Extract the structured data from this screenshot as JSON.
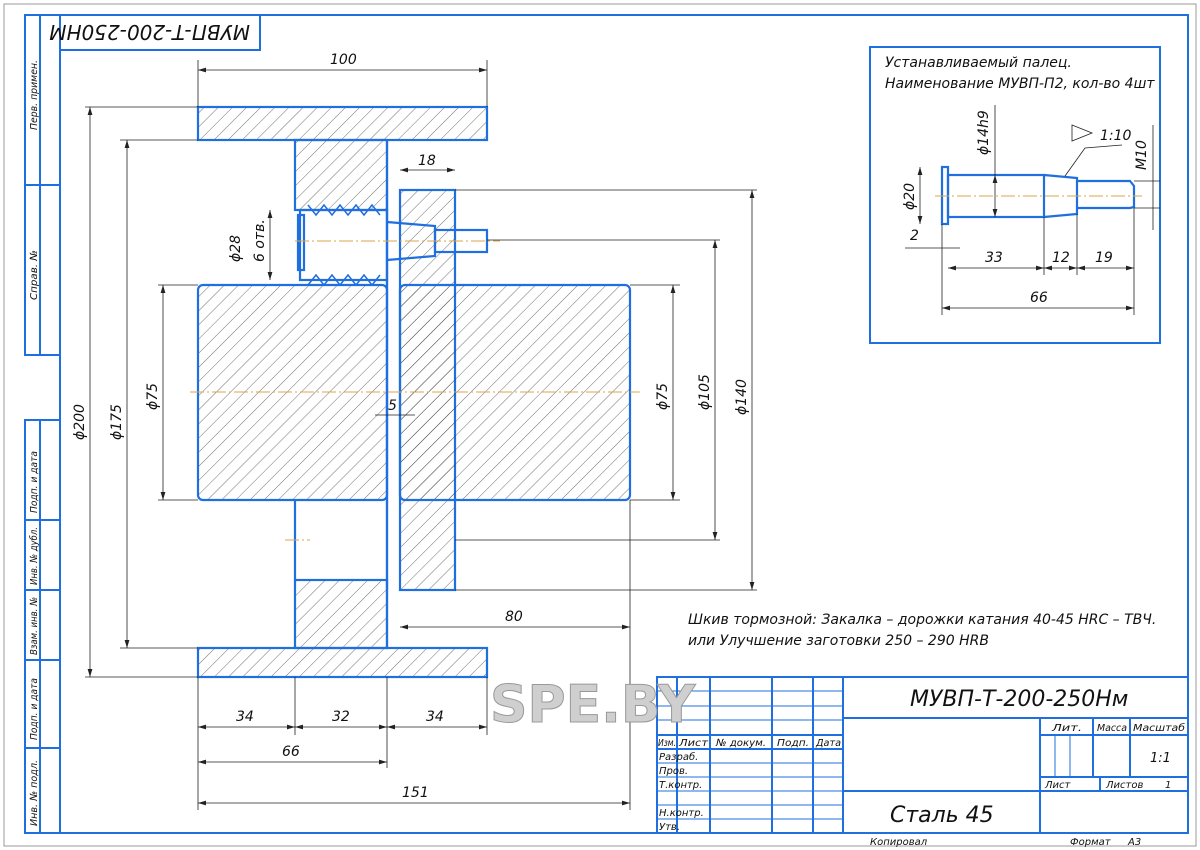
{
  "stamp_code": "МУВП-Т-200-250НМ",
  "side_labels": [
    "Перв. примен.",
    "Справ. №",
    "Подп. и дата",
    "Инв. № дубл.",
    "Взам. инв. №",
    "Подп. и дата",
    "Инв. № подл."
  ],
  "main_dims": {
    "d100": "100",
    "d18": "18",
    "d28": "ϕ28",
    "holes": "6 отв.",
    "d200": "ϕ200",
    "d175": "ϕ175",
    "d75a": "ϕ75",
    "d5": "5",
    "d75b": "ϕ75",
    "d105": "ϕ105",
    "d140": "ϕ140",
    "d80": "80",
    "d34a": "34",
    "d32": "32",
    "d34b": "34",
    "d66": "66",
    "d151": "151"
  },
  "note": [
    "Шкив тормозной: Закалка – дорожки катания 40-45 HRC – ТВЧ.",
    "или Улучшение заготовки 250 – 290 HRB"
  ],
  "inset": {
    "title": [
      "Устанавливаемый палец.",
      "Наименование МУВП-П2, кол-во 4шт"
    ],
    "d14": "ϕ14h9",
    "taper": "1:10",
    "m10": "M10",
    "d20": "ϕ20",
    "d2": "2",
    "d33": "33",
    "d12": "12",
    "d19": "19",
    "d66": "66"
  },
  "title_block": {
    "designation": "МУВП-Т-200-250Нм",
    "material": "Сталь 45",
    "cols": [
      "Изм.",
      "Лист",
      "№ докум.",
      "Подп.",
      "Дата"
    ],
    "rows": [
      "Разраб.",
      "Пров.",
      "Т.контр.",
      "Н.контр.",
      "Утв."
    ],
    "lit": "Лит.",
    "mass": "Масса",
    "scale_label": "Масштаб",
    "scale": "1:1",
    "sheet": "Лист",
    "sheets": "Листов",
    "sheets_count": "1",
    "copied": "Копировал",
    "format": "Формат",
    "format_value": "А3"
  },
  "watermark": "SPE.BY"
}
